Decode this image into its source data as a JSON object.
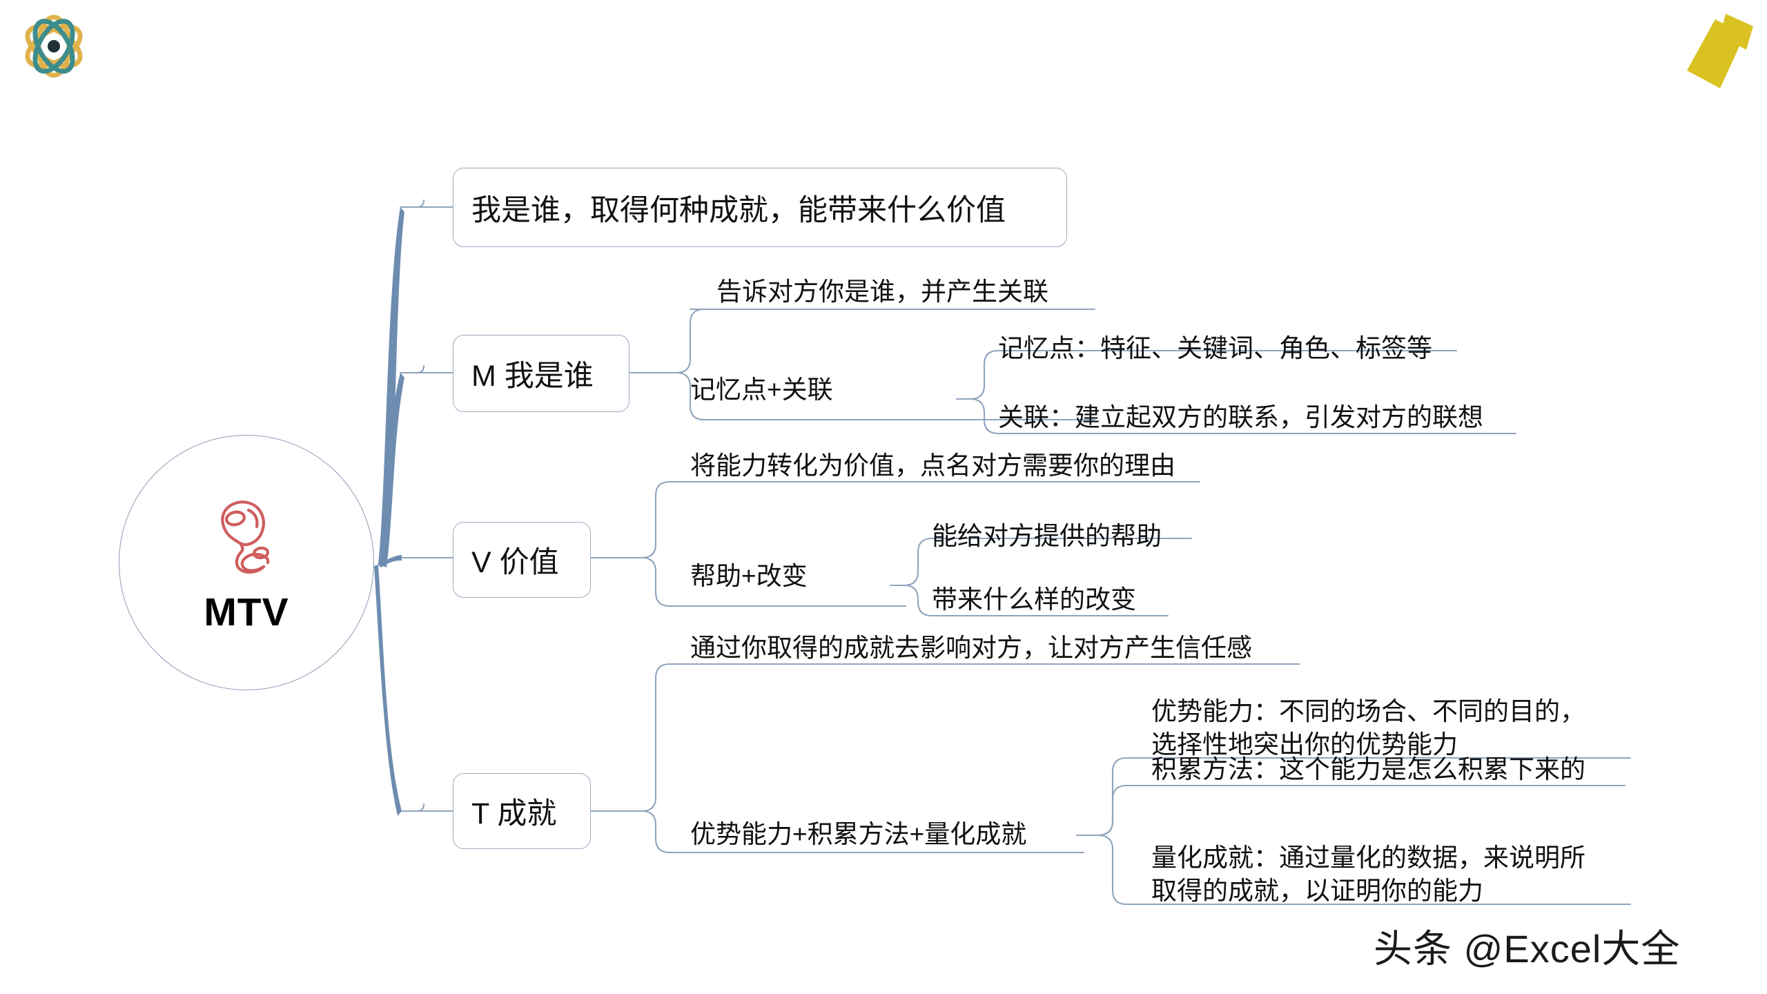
{
  "decor": {
    "logo_icon": "atom-icon",
    "note_icon": "sticky-note-icon",
    "logo_colors": {
      "teal": "#3d8c8c",
      "gold": "#e0b24a",
      "center": "#203038"
    },
    "note_color": "#d9c222"
  },
  "theme": {
    "node_border": "#9aabc0",
    "branch_line": "#6d8cb0",
    "thin_line": "#8fa4bc",
    "text": "#111111",
    "sketch": "#cf5d5d"
  },
  "root": {
    "label": "MTV",
    "sketch_icon": "balloon-sketch-icon"
  },
  "branches": [
    {
      "id": "headline",
      "label": "我是谁，取得何种成就，能带来什么价值",
      "style": "box",
      "children": []
    },
    {
      "id": "m",
      "label": "M 我是谁",
      "style": "box",
      "children": [
        {
          "label": "告诉对方你是谁，并产生关联",
          "style": "line",
          "children": []
        },
        {
          "label": "记忆点+关联",
          "style": "line",
          "children": [
            {
              "label": "记忆点：特征、关键词、角色、标签等",
              "style": "line"
            },
            {
              "label": "关联：建立起双方的联系，引发对方的联想",
              "style": "line"
            }
          ]
        }
      ]
    },
    {
      "id": "v",
      "label": "V 价值",
      "style": "box",
      "children": [
        {
          "label": "将能力转化为价值，点名对方需要你的理由",
          "style": "line",
          "children": []
        },
        {
          "label": "帮助+改变",
          "style": "line",
          "children": [
            {
              "label": "能给对方提供的帮助",
              "style": "line"
            },
            {
              "label": "带来什么样的改变",
              "style": "line"
            }
          ]
        }
      ]
    },
    {
      "id": "t",
      "label": "T 成就",
      "style": "box",
      "children": [
        {
          "label": "通过你取得的成就去影响对方，让对方产生信任感",
          "style": "line",
          "children": []
        },
        {
          "label": "优势能力+积累方法+量化成就",
          "style": "line",
          "children": [
            {
              "label": "优势能力：不同的场合、不同的目的，\n选择性地突出你的优势能力",
              "style": "line"
            },
            {
              "label": "积累方法：这个能力是怎么积累下来的",
              "style": "line"
            },
            {
              "label": "量化成就：通过量化的数据，来说明所\n取得的成就，以证明你的能力",
              "style": "line"
            }
          ]
        }
      ]
    }
  ],
  "watermark": {
    "text": "头条 @Excel大全"
  }
}
